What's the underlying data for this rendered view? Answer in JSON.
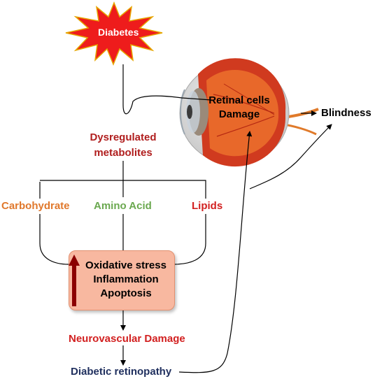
{
  "trigger": "Diabetes",
  "eye_label": {
    "line1": "Retinal cells",
    "line2": "Damage"
  },
  "outcome": "Blindness",
  "dysregulated": {
    "line1": "Dysregulated",
    "line2": "metabolites"
  },
  "metabolites": {
    "carbohydrate": "Carbohydrate",
    "amino_acid": "Amino Acid",
    "lipids": "Lipids"
  },
  "processes": [
    "Oxidative stress",
    "Inflammation",
    "Apoptosis"
  ],
  "neurovascular": "Neurovascular Damage",
  "retinopathy": "Diabetic retinopathy",
  "colors": {
    "dark_red": "#b01e1e",
    "orange": "#e0782c",
    "green": "#6aa84f",
    "navy": "#1f2f5e",
    "box_fill": "#f8b8a0",
    "star_red": "#ee1c1c"
  }
}
